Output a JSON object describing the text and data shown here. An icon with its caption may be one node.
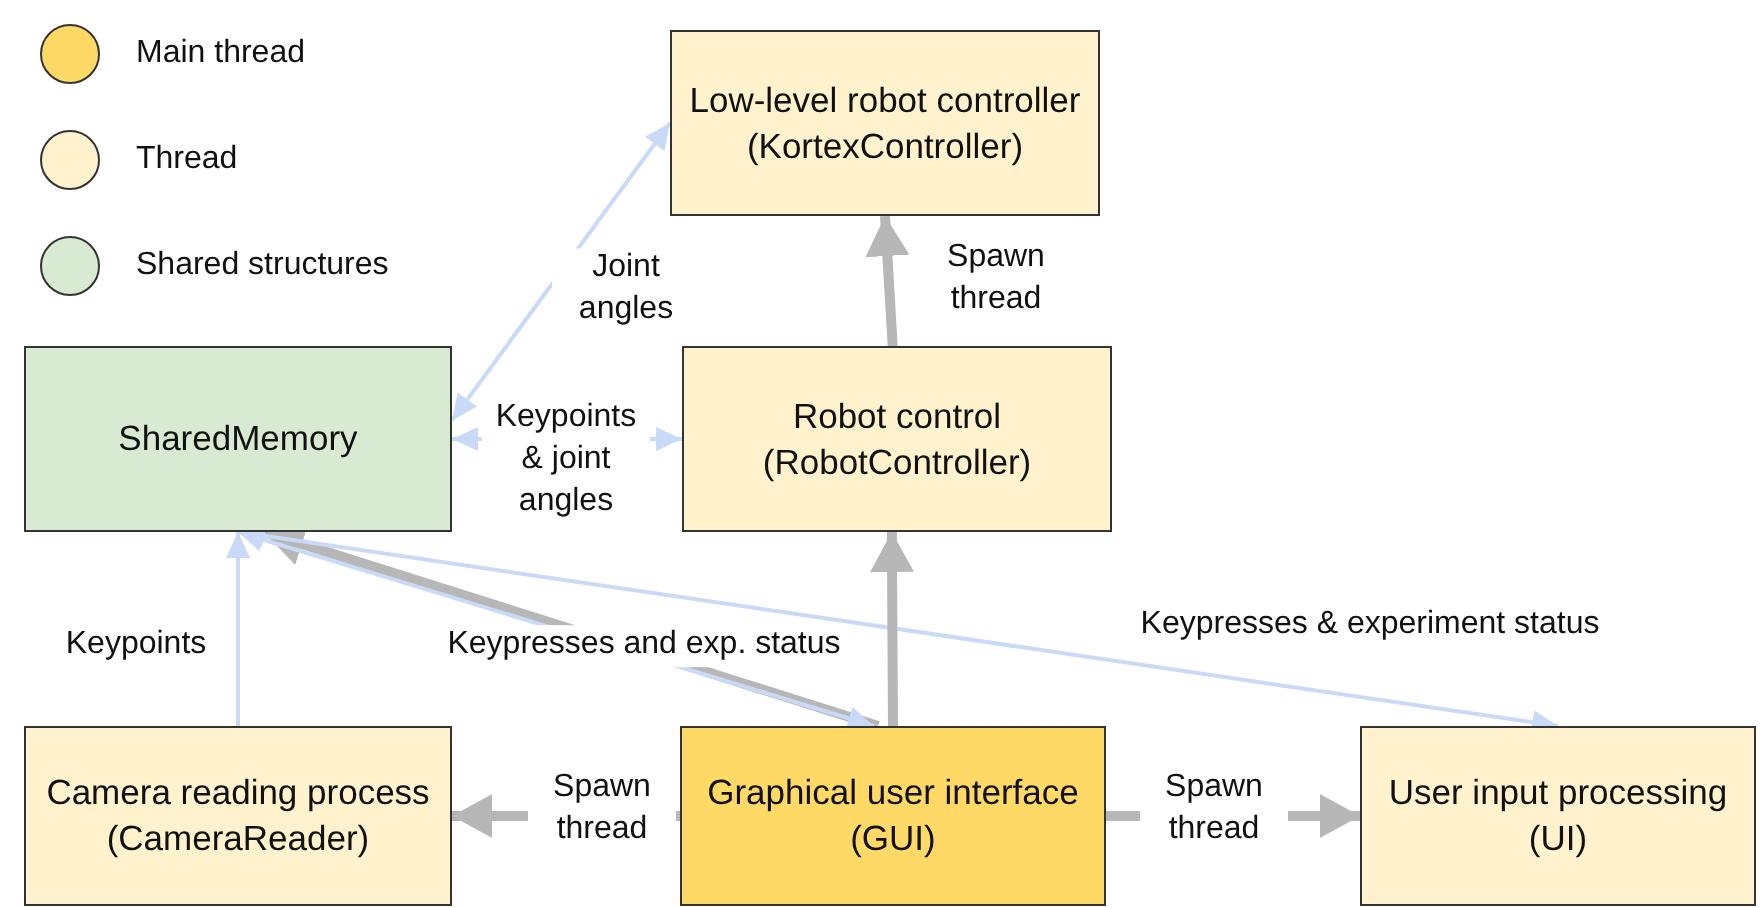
{
  "diagram": {
    "nodes": [
      {
        "text": [
          "Low-level robot controller (KortexController)"
        ]
      },
      {
        "text": [
          "SharedMemory"
        ]
      },
      {
        "text": [
          "Robot control (RobotController)"
        ]
      },
      {
        "text": [
          "Camera reading process (CameraReader)"
        ]
      },
      {
        "text": [
          "Graphical user interface (GUI)"
        ]
      },
      {
        "text": [
          "User input processing (UI)"
        ]
      }
    ],
    "edges": [
      {
        "from": 1,
        "to": 0,
        "arrow": "both",
        "label": "Joint angles",
        "color": "#c9daf8"
      },
      {
        "from": 1,
        "to": 2,
        "arrow": "both",
        "label": "Keypoints & joint angles",
        "color": "#c9daf8"
      },
      {
        "from": 3,
        "to": 1,
        "arrow": "to",
        "label": "Keypoints",
        "color": "#c9daf8"
      },
      {
        "from": 4,
        "to": 1,
        "arrow": "to",
        "label": "Keypresses and exp. status",
        "style": "thick"
      },
      {
        "from": 1,
        "to": 4,
        "arrow": "both",
        "color": "#c9daf8"
      },
      {
        "from": 1,
        "to": 5,
        "arrow": "both",
        "label": "Keypresses & experiment status",
        "color": "#c9daf8"
      },
      {
        "from": 4,
        "to": 2,
        "arrow": "to",
        "style": "thick"
      },
      {
        "from": 2,
        "to": 0,
        "arrow": "to",
        "label": "Spawn thread",
        "style": "thick"
      },
      {
        "from": 4,
        "to": 3,
        "arrow": "to",
        "label": "Spawn thread",
        "style": "thick"
      },
      {
        "from": 4,
        "to": 5,
        "arrow": "to",
        "label": "Spawn thread",
        "style": "thick"
      }
    ],
    "legend": [
      {
        "text": "Main thread",
        "color": "#ffd966"
      },
      {
        "text": "Thread",
        "color": "#fff2cc"
      },
      {
        "text": "Shared structures",
        "color": "#d9ead3"
      }
    ]
  }
}
